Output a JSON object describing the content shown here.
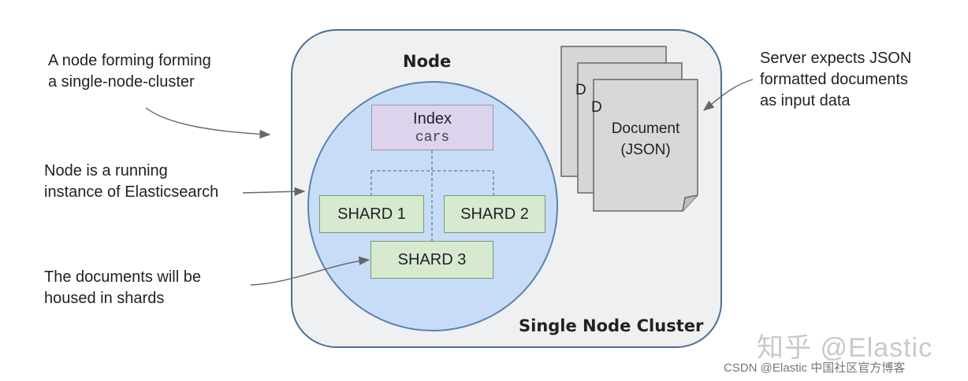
{
  "cluster": {
    "label": "Single Node Cluster"
  },
  "node": {
    "label": "Node"
  },
  "index": {
    "label": "Index",
    "name": "cars"
  },
  "shards": [
    "SHARD 1",
    "SHARD 2",
    "SHARD 3"
  ],
  "document": {
    "line1": "Document",
    "line2": "(JSON)",
    "partial_letter": "D"
  },
  "annotations": {
    "node_forming": [
      "A node forming forming",
      "a single-node-cluster"
    ],
    "node_running": [
      "Node is a running",
      "instance of Elasticsearch"
    ],
    "documents_housed": [
      "The documents will be",
      "housed in shards"
    ],
    "server_expects": [
      "Server expects JSON",
      "formatted documents",
      "as input data"
    ]
  },
  "watermark": "知乎 @Elastic",
  "footer": "CSDN @Elastic 中国社区官方博客",
  "colors": {
    "cluster_bg": "#eef0f2",
    "cluster_border": "#4a6f93",
    "node_bg": "#c7dcf6",
    "index_bg": "#dcd3ec",
    "shard_bg": "#d7ead0",
    "doc_bg": "#d9d9d9"
  }
}
